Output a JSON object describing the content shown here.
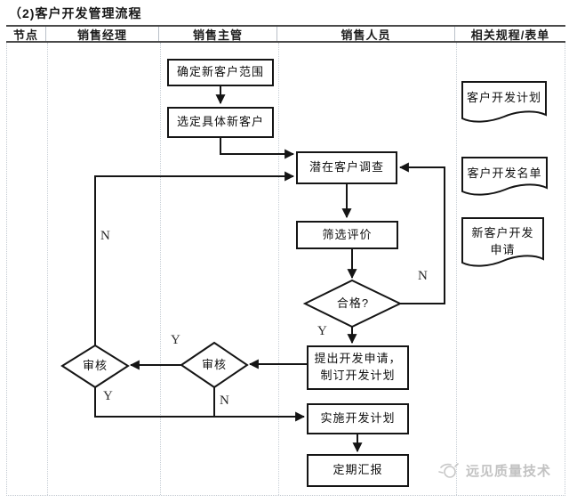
{
  "title": "（2)客户开发管理流程",
  "table": {
    "headers": [
      "节点",
      "销售经理",
      "销售主管",
      "销售人员",
      "相关规程/表单"
    ]
  },
  "flow": {
    "nodes": {
      "determine_scope": "确定新客户范围",
      "select_customers": "选定具体新客户",
      "potential_survey": "潜在客户调查",
      "screening_eval": "筛选评价",
      "qualified": "合格?",
      "apply_line1": "提出开发申请，",
      "apply_line2": "制订开发计划",
      "implement_plan": "实施开发计划",
      "regular_report": "定期汇报",
      "review_manager": "审核",
      "review_supervisor": "审核"
    },
    "labels": {
      "n_loop_left": "N",
      "n_right_loop": "N",
      "y_below_qualified": "Y",
      "y_between_reviews": "Y",
      "y_below_manager": "Y",
      "n_below_supervisor": "N"
    }
  },
  "documents": {
    "plan": "客户开发计划",
    "list": "客户开发名单",
    "application_line1": "新客户开发",
    "application_line2": "申请"
  },
  "watermark": "远见质量技术",
  "colors": {
    "line": "#151515",
    "grid": "#c8cfd6",
    "header_border": "#4a4a4a",
    "watermark": "#c2c2c2"
  }
}
